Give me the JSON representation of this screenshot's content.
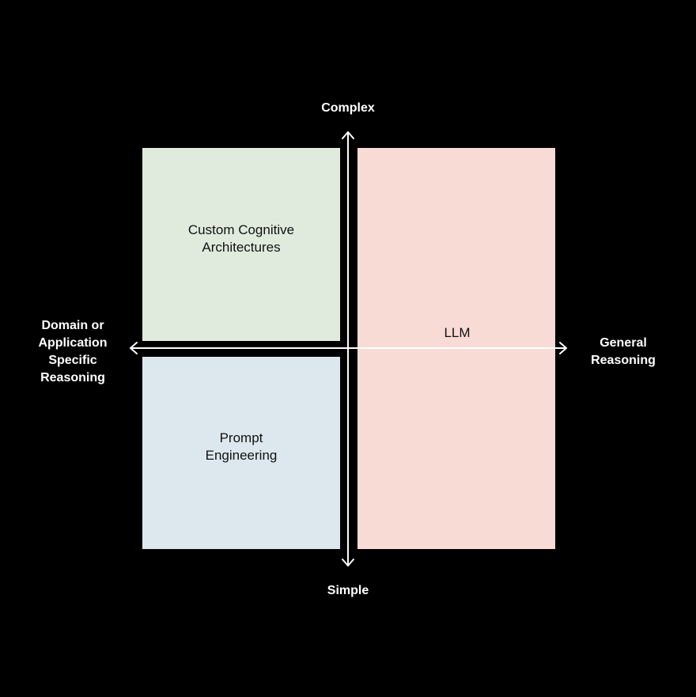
{
  "quadrants": {
    "custom_cognitive": {
      "label": "Custom Cognitive\nArchitectures",
      "color": "#e0ebdd"
    },
    "prompt_engineering": {
      "label": "Prompt\nEngineering",
      "color": "#dde8ee"
    },
    "llm": {
      "label": "LLM",
      "color": "#f9dbd6"
    }
  },
  "axes": {
    "top": "Complex",
    "bottom": "Simple",
    "left": "Domain or\nApplication\nSpecific\nReasoning",
    "right": "General\nReasoning",
    "line_color": "#ffffff"
  },
  "background": "#000000"
}
